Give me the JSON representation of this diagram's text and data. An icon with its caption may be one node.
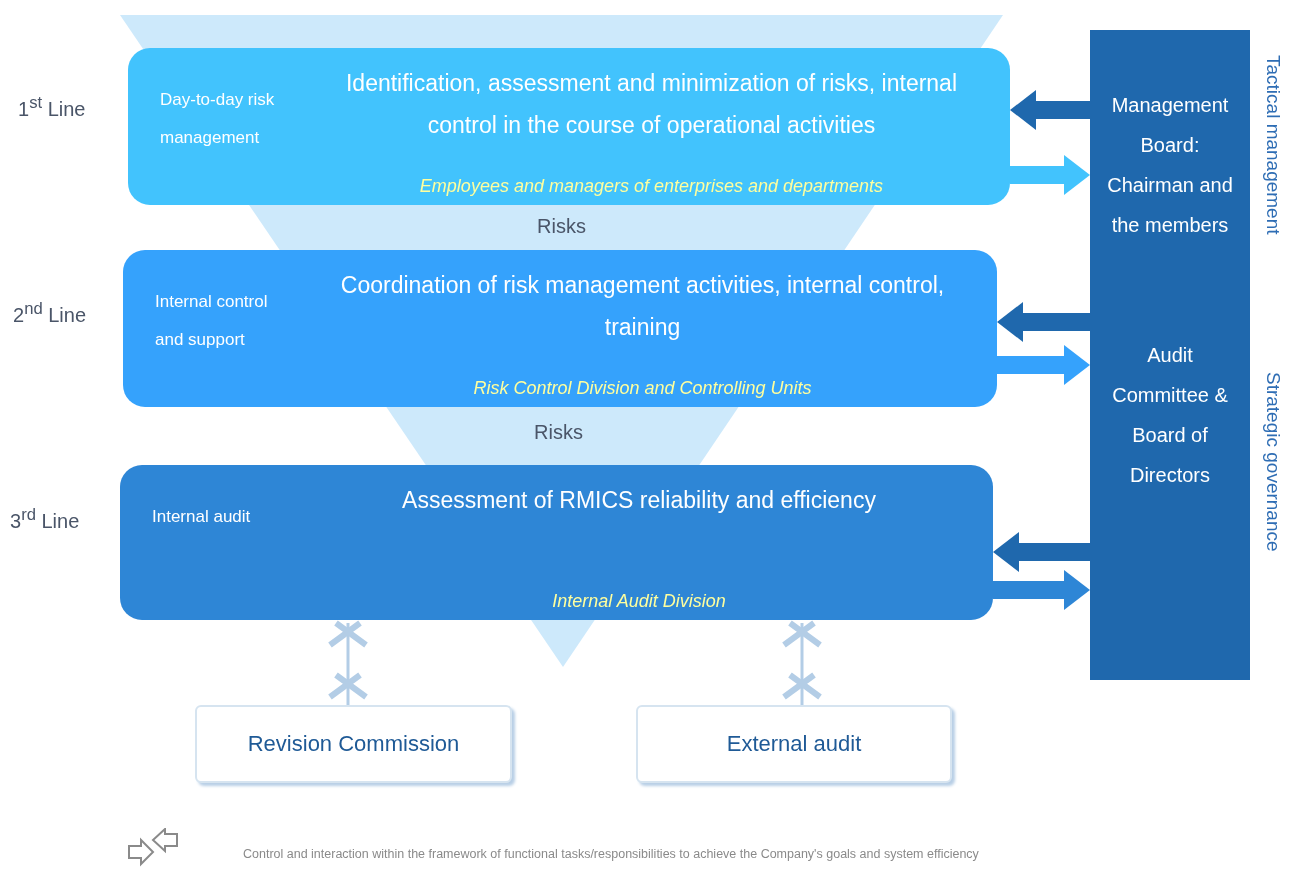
{
  "diagram": {
    "nodes": [
      {
        "text": [
          "Day-to-day risk management",
          "Identification, assessment and minimization of risks, internal control in the course of operational activities",
          "Employees and managers of enterprises and departments"
        ]
      },
      {
        "text": [
          "Internal control and support",
          "Coordination of risk management activities, internal control, training",
          "Risk Control Division and Controlling Units"
        ]
      },
      {
        "text": [
          "Internal audit",
          "Assessment of RMICS reliability and efficiency",
          "Internal Audit Division"
        ]
      },
      {
        "text": [
          "Management Board: Chairman and the members",
          "Audit Committee & Board of Directors"
        ]
      },
      {
        "text": [
          "Revision Commission"
        ]
      },
      {
        "text": [
          "External audit"
        ]
      }
    ],
    "edges": [
      {
        "from": 3,
        "to": 0,
        "arrow": "to",
        "color": "#1f68ad"
      },
      {
        "from": 0,
        "to": 3,
        "arrow": "to",
        "color": "#42c3fd"
      },
      {
        "from": 3,
        "to": 1,
        "arrow": "to",
        "color": "#1f68ad"
      },
      {
        "from": 1,
        "to": 3,
        "arrow": "to",
        "color": "#35a2fc"
      },
      {
        "from": 3,
        "to": 2,
        "arrow": "to",
        "color": "#1f68ad"
      },
      {
        "from": 2,
        "to": 3,
        "arrow": "to",
        "color": "#2e86d6"
      },
      {
        "from": 4,
        "to": 2,
        "arrow": "to",
        "color": "#b3cde6"
      },
      {
        "from": 5,
        "to": 2,
        "arrow": "to",
        "color": "#b3cde6"
      }
    ],
    "labels": [
      "Tactical management",
      "1$^{st}$ Line",
      "Risks",
      "2$^{nd}$ Line",
      "Strategic governance",
      "Risks",
      "3$^{rd}$ Line"
    ],
    "legend": [
      {
        "text": "Control and interaction within the framework of functional tasks/responsibilities to achieve the Company's goals and system efficiency"
      }
    ]
  }
}
